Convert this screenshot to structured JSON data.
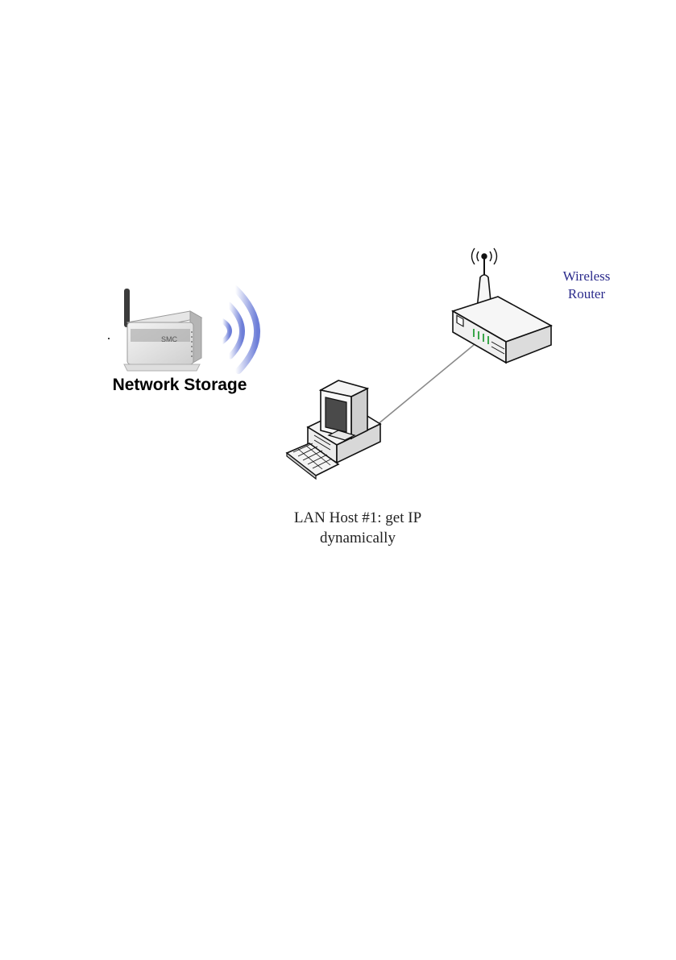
{
  "nodes": {
    "network_storage": {
      "label": "Network Storage",
      "icon": "network-storage-device-icon"
    },
    "wireless_router": {
      "label_line1": "Wireless",
      "label_line2": "Router",
      "icon": "wireless-router-icon"
    },
    "lan_host": {
      "label_line1": "LAN Host #1: get IP",
      "label_line2": "dynamically",
      "icon": "desktop-computer-icon"
    }
  },
  "edges": [
    {
      "from": "lan_host",
      "to": "wireless_router",
      "type": "wired"
    },
    {
      "from": "network_storage",
      "to": "wireless_router",
      "type": "wireless"
    }
  ],
  "colors": {
    "router_label": "#2b2b8c",
    "signal_arc": "#6d7ed8",
    "device_led": "#3aa64a"
  }
}
